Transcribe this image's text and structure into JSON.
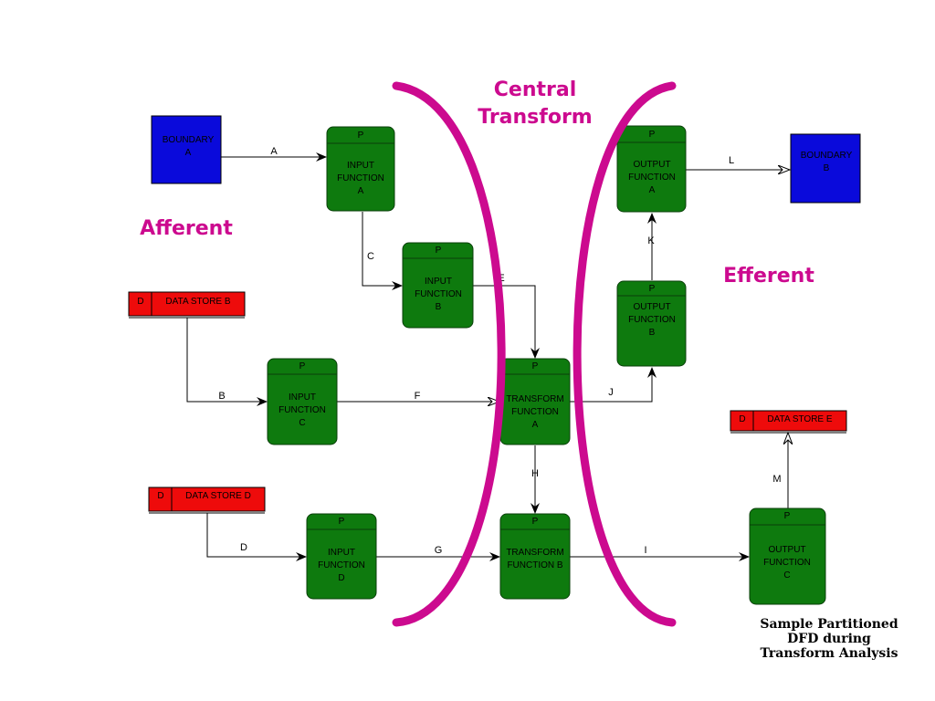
{
  "regions": {
    "afferent": "Afferent",
    "central": [
      "Central",
      "Transform"
    ],
    "efferent": "Efferent"
  },
  "caption": [
    "Sample Partitioned",
    "DFD during",
    "Transform Analysis"
  ],
  "colors": {
    "process": "#0e7a0e",
    "boundary": "#0a0adb",
    "datastore": "#ee0b0b",
    "region": "#cc0a8f"
  },
  "boundaries": [
    {
      "id": "boundary-a",
      "lines": [
        "BOUNDARY",
        "A"
      ]
    },
    {
      "id": "boundary-b",
      "lines": [
        "BOUNDARY",
        "B"
      ]
    }
  ],
  "datastores": [
    {
      "id": "data-store-b",
      "tag": "D",
      "label": "DATA STORE B"
    },
    {
      "id": "data-store-d",
      "tag": "D",
      "label": "DATA STORE D"
    },
    {
      "id": "data-store-e",
      "tag": "D",
      "label": "DATA STORE E"
    }
  ],
  "processes": [
    {
      "id": "input-function-a",
      "header": "P",
      "lines": [
        "INPUT",
        "FUNCTION",
        "A"
      ]
    },
    {
      "id": "input-function-b",
      "header": "P",
      "lines": [
        "INPUT",
        "FUNCTION",
        "B"
      ]
    },
    {
      "id": "input-function-c",
      "header": "P",
      "lines": [
        "INPUT",
        "FUNCTION",
        "C"
      ]
    },
    {
      "id": "input-function-d",
      "header": "P",
      "lines": [
        "INPUT",
        "FUNCTION",
        "D"
      ]
    },
    {
      "id": "transform-function-a",
      "header": "P",
      "lines": [
        "TRANSFORM",
        "FUNCTION",
        "A"
      ]
    },
    {
      "id": "transform-function-b",
      "header": "P",
      "lines": [
        "TRANSFORM",
        "FUNCTION B"
      ]
    },
    {
      "id": "output-function-a",
      "header": "P",
      "lines": [
        "OUTPUT",
        "FUNCTION",
        "A"
      ]
    },
    {
      "id": "output-function-b",
      "header": "P",
      "lines": [
        "OUTPUT",
        "FUNCTION",
        "B"
      ]
    },
    {
      "id": "output-function-c",
      "header": "P",
      "lines": [
        "OUTPUT",
        "FUNCTION",
        "C"
      ]
    }
  ],
  "flows": [
    {
      "id": "A",
      "label": "A"
    },
    {
      "id": "B",
      "label": "B"
    },
    {
      "id": "C",
      "label": "C"
    },
    {
      "id": "D",
      "label": "D"
    },
    {
      "id": "E",
      "label": "E"
    },
    {
      "id": "F",
      "label": "F"
    },
    {
      "id": "G",
      "label": "G"
    },
    {
      "id": "H",
      "label": "H"
    },
    {
      "id": "I",
      "label": "I"
    },
    {
      "id": "J",
      "label": "J"
    },
    {
      "id": "K",
      "label": "K"
    },
    {
      "id": "L",
      "label": "L"
    },
    {
      "id": "M",
      "label": "M"
    }
  ]
}
